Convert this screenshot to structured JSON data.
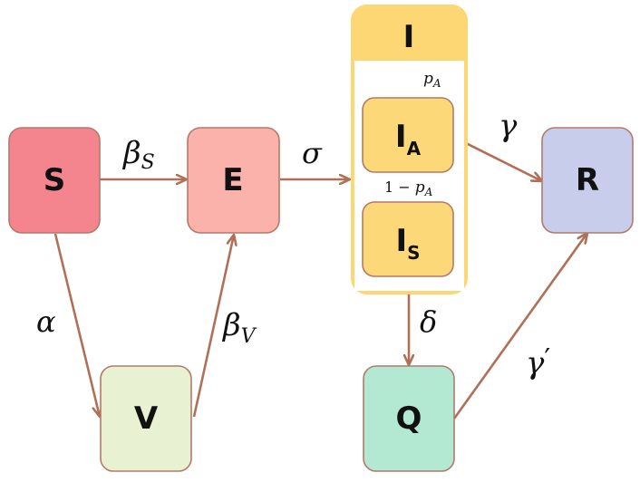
{
  "colors": {
    "S": "#f4858f",
    "E": "#fbb2ab",
    "V": "#e8f1d2",
    "I_group": "#fcd773",
    "I_sub": "#fdd878",
    "R": "#c7cdea",
    "Q": "#b3e9d3",
    "node_border": "#b27a6a",
    "arrow": "#b07058"
  },
  "nodes": {
    "S": "S",
    "E": "E",
    "V": "V",
    "R": "R",
    "Q": "Q",
    "I_group": "I",
    "IA": {
      "main": "I",
      "sub": "A"
    },
    "IS": {
      "main": "I",
      "sub": "S"
    }
  },
  "edges": {
    "S_E": {
      "symbol": "β",
      "sub": "S"
    },
    "E_I": {
      "symbol": "σ"
    },
    "S_V": {
      "symbol": "α"
    },
    "V_E": {
      "symbol": "β",
      "sub": "V"
    },
    "IA_R": {
      "symbol": "γ"
    },
    "IS_Q": {
      "symbol": "δ"
    },
    "Q_R": {
      "symbol": "γ",
      "prime": "′"
    },
    "to_IA": {
      "symbol": "p",
      "sub": "A"
    },
    "to_IS": {
      "prefix": "1 − ",
      "symbol": "p",
      "sub": "A"
    }
  }
}
